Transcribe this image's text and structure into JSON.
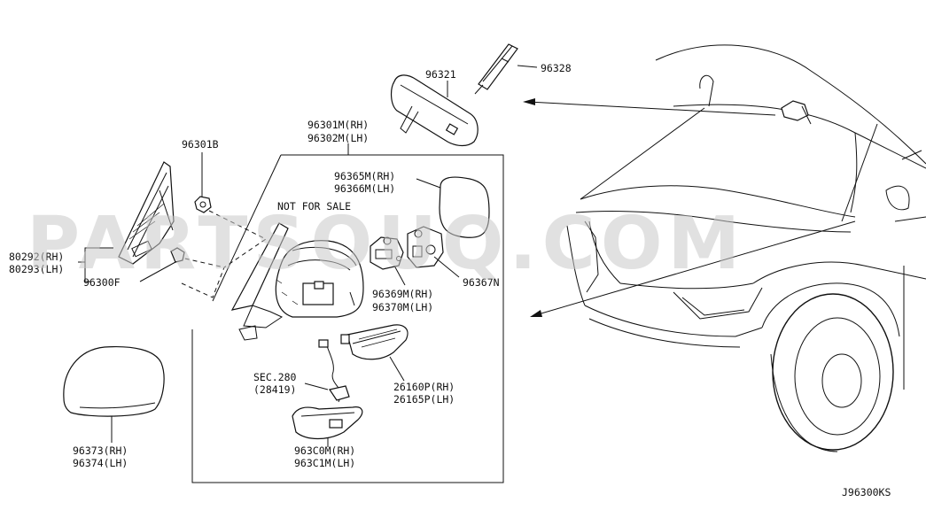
{
  "diagram_code": "J96300KS",
  "watermark": "PARTSOUQ.COM",
  "not_for_sale": "NOT FOR SALE",
  "labels": {
    "p96321": "96321",
    "p96328": "96328",
    "p96301B": "96301B",
    "p96301M": "96301M(RH)",
    "p96302M": "96302M(LH)",
    "p96365M": "96365M(RH)",
    "p96366M": "96366M(LH)",
    "p80292": "80292(RH)",
    "p80293": "80293(LH)",
    "p96300F": "96300F",
    "p96367N": "96367N",
    "p96369M": "96369M(RH)",
    "p96370M": "96370M(LH)",
    "sec280": "SEC.280",
    "sec28419": "(28419)",
    "p26160P": "26160P(RH)",
    "p26165P": "26165P(LH)",
    "p96373": "96373(RH)",
    "p96374": "96374(LH)",
    "p963C0M": "963C0M(RH)",
    "p963C1M": "963C1M(LH)"
  }
}
